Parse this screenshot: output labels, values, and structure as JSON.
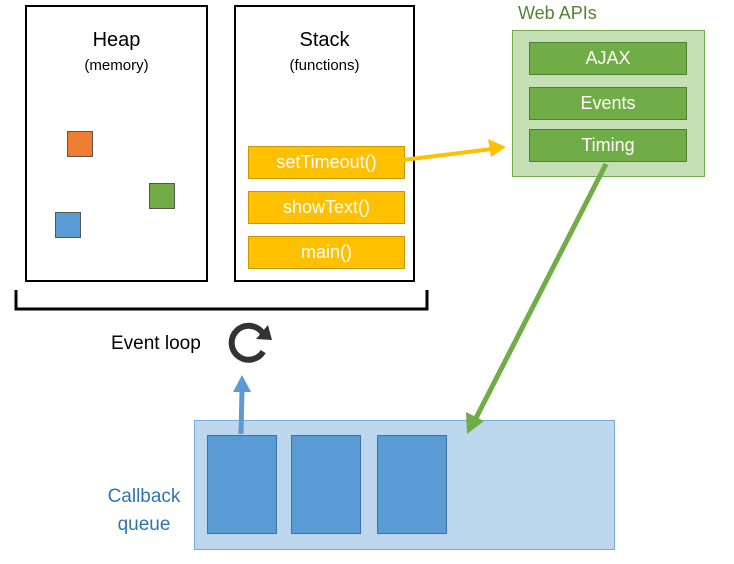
{
  "heap": {
    "title": "Heap",
    "subtitle": "(memory)",
    "objects": [
      {
        "color": "#ed7d31"
      },
      {
        "color": "#70ad47"
      },
      {
        "color": "#5b9bd5"
      }
    ]
  },
  "stack": {
    "title": "Stack",
    "subtitle": "(functions)",
    "frames": [
      "setTimeout()",
      "showText()",
      "main()"
    ]
  },
  "web_apis": {
    "title": "Web APIs",
    "items": [
      "AJAX",
      "Events",
      "Timing"
    ]
  },
  "event_loop": {
    "label": "Event loop"
  },
  "callback_queue": {
    "label_line1": "Callback",
    "label_line2": "queue",
    "item_count": 3
  },
  "colors": {
    "stack_frame": "#ffc000",
    "web_api_bg": "#c5e0b4",
    "web_api_item": "#70ad47",
    "queue_bg": "#bdd7ee",
    "queue_item": "#5b9bd5",
    "call_arrow": "#ffc000",
    "callback_arrow": "#70ad47",
    "dequeue_arrow": "#5b9bd5",
    "loop_icon": "#333333"
  }
}
